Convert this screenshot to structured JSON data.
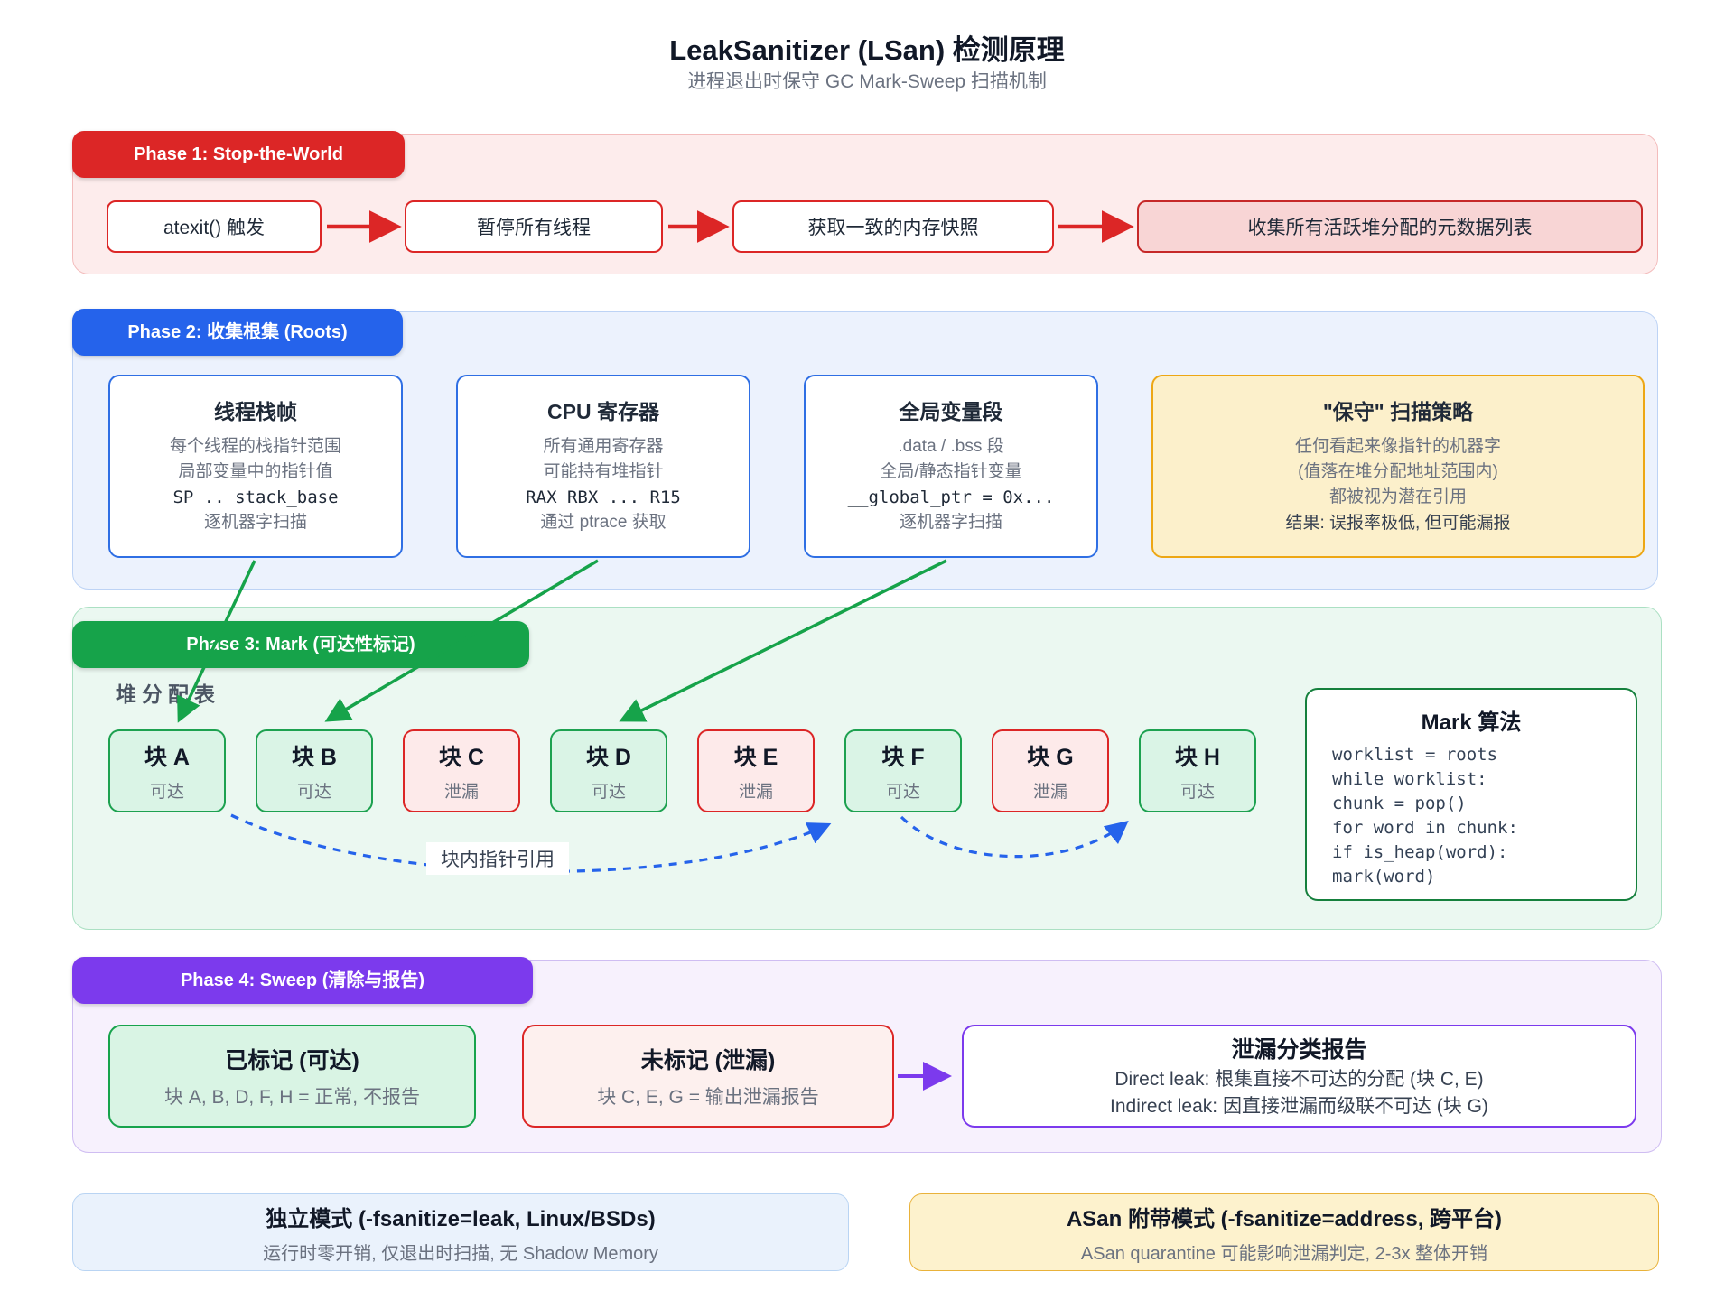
{
  "page_title": "LeakSanitizer (LSan) 检测原理",
  "page_subtitle": "进程退出时保守 GC Mark-Sweep 扫描机制",
  "colors": {
    "phase1_accent": "#dc2626",
    "phase2_accent": "#2563eb",
    "phase3_accent": "#16a34a",
    "phase4_accent": "#7c3aed",
    "conservative_accent": "#eda715"
  },
  "phase1": {
    "badge": "Phase 1: Stop-the-World",
    "steps": [
      "atexit() 触发",
      "暂停所有线程",
      "获取一致的内存快照",
      "收集所有活跃堆分配的元数据列表"
    ]
  },
  "phase2": {
    "badge": "Phase 2: 收集根集 (Roots)",
    "cards": [
      {
        "title": "线程栈帧",
        "line1": "每个线程的栈指针范围",
        "line2": "局部变量中的指针值",
        "code": "SP .. stack_base",
        "line3": "逐机器字扫描"
      },
      {
        "title": "CPU 寄存器",
        "line1": "所有通用寄存器",
        "line2": "可能持有堆指针",
        "code": "RAX RBX ... R15",
        "line3": "通过 ptrace 获取"
      },
      {
        "title": "全局变量段",
        "line1": ".data / .bss 段",
        "line2": "全局/静态指针变量",
        "code": "__global_ptr = 0x...",
        "line3": "逐机器字扫描"
      }
    ],
    "strategy": {
      "title": "\"保守\" 扫描策略",
      "line1": "任何看起来像指针的机器字",
      "line2": "(值落在堆分配地址范围内)",
      "line3": "都被视为潜在引用",
      "result": "结果: 误报率极低, 但可能漏报"
    }
  },
  "phase3": {
    "badge": "Phase 3: Mark (可达性标记)",
    "heap_label": "堆分配表",
    "blocks": [
      {
        "name": "块 A",
        "status": "可达"
      },
      {
        "name": "块 B",
        "status": "可达"
      },
      {
        "name": "块 C",
        "status": "泄漏"
      },
      {
        "name": "块 D",
        "status": "可达"
      },
      {
        "name": "块 E",
        "status": "泄漏"
      },
      {
        "name": "块 F",
        "status": "可达"
      },
      {
        "name": "块 G",
        "status": "泄漏"
      },
      {
        "name": "块 H",
        "status": "可达"
      }
    ],
    "pointer_label": "块内指针引用",
    "algorithm": {
      "title": "Mark 算法",
      "code": [
        "worklist = roots",
        "while worklist:",
        "chunk = pop()",
        "for word in chunk:",
        "if is_heap(word):",
        "mark(word)"
      ]
    }
  },
  "phase4": {
    "badge": "Phase 4: Sweep (清除与报告)",
    "marked": {
      "title": "已标记 (可达)",
      "subtitle": "块 A, B, D, F, H = 正常, 不报告"
    },
    "unmarked": {
      "title": "未标记 (泄漏)",
      "subtitle": "块 C, E, G = 输出泄漏报告"
    },
    "report": {
      "title": "泄漏分类报告",
      "line1": "Direct leak: 根集直接不可达的分配 (块 C, E)",
      "line2": "Indirect leak: 因直接泄漏而级联不可达 (块 G)"
    }
  },
  "footer": {
    "standalone": {
      "title": "独立模式 (-fsanitize=leak, Linux/BSDs)",
      "subtitle": "运行时零开销, 仅退出时扫描, 无 Shadow Memory"
    },
    "asan": {
      "title": "ASan 附带模式 (-fsanitize=address, 跨平台)",
      "subtitle": "ASan quarantine 可能影响泄漏判定, 2-3x 整体开销"
    }
  }
}
